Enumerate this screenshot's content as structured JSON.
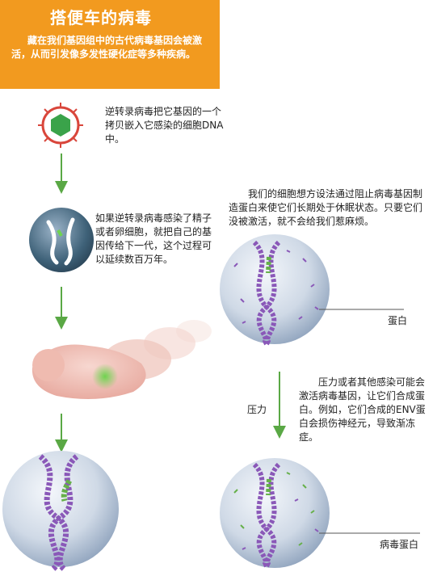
{
  "header": {
    "title": "搭便车的病毒",
    "description": "藏在我们基因组中的古代病毒基因会被激活，从而引发像多发性硬化症等多种疾病。"
  },
  "steps": {
    "step1": "逆转录病毒把它基因的一个拷贝嵌入它感染的细胞DNA中。",
    "step2": "如果逆转录病毒感染了精子或者卵细胞，就把自己的基因传给下一代，这个过程可以延续数百万年。",
    "step3": "我们的细胞想方设法通过阻止病毒基因制造蛋白来使它们长期处于休眠状态。只要它们没被激活，就不会给我们惹麻烦。",
    "step4": "压力或者其他感染可能会激活病毒基因，让它们合成蛋白。例如，它们合成的ENV蛋白会损伤神经元，导致渐冻症。"
  },
  "labels": {
    "protein": "蛋白",
    "pressure": "压力",
    "virus_protein": "病毒蛋白"
  },
  "colors": {
    "header_bg": "#f29a1f",
    "arrow": "#5aa845",
    "helix": "#8a58b8",
    "viral_gene": "#66b04a",
    "cell": "#b8c7d9"
  }
}
